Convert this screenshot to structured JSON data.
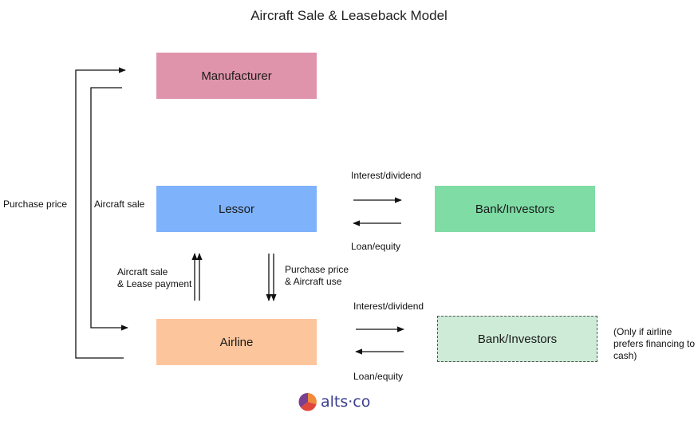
{
  "title": "Aircraft Sale & Leaseback Model",
  "nodes": {
    "manufacturer": {
      "label": "Manufacturer",
      "color": "#df94ac"
    },
    "lessor": {
      "label": "Lessor",
      "color": "#7eb2fb"
    },
    "airline": {
      "label": "Airline",
      "color": "#fdc59c"
    },
    "bank_lessor": {
      "label": "Bank/Investors",
      "color": "#7fdca5"
    },
    "bank_airline": {
      "label": "Bank/Investors",
      "color": "#cdebd7",
      "note": "(Only if airline prefers financing to cash)"
    }
  },
  "edge_labels": {
    "purchase_price_outer": "Purchase price",
    "aircraft_sale_inner": "Aircraft sale",
    "aircraft_sale_lease": [
      "Aircraft sale",
      "& Lease payment"
    ],
    "purchase_price_use": [
      "Purchase price",
      "& Aircraft use"
    ],
    "interest_dividend_top": "Interest/dividend",
    "loan_equity_top": "Loan/equity",
    "interest_dividend_bottom": "Interest/dividend",
    "loan_equity_bottom": "Loan/equity"
  },
  "logo": {
    "text": "alts·co"
  }
}
